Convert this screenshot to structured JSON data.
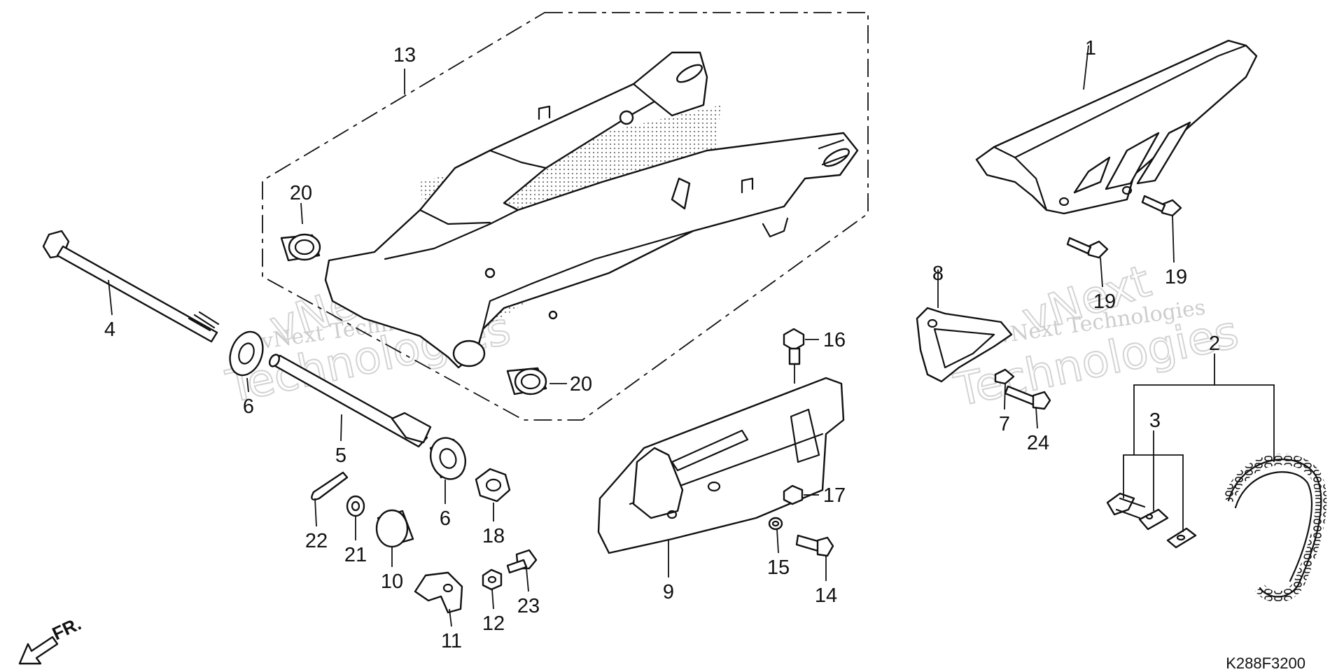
{
  "diagram": {
    "drawing_code": "K288F3200",
    "direction_label": "FR.",
    "watermark": {
      "line1": "vNext Technologies",
      "line2": "Technologies",
      "partial": "vNext"
    },
    "callouts": [
      {
        "id": "c1",
        "text": "1"
      },
      {
        "id": "c2",
        "text": "2"
      },
      {
        "id": "c3",
        "text": "3"
      },
      {
        "id": "c4",
        "text": "4"
      },
      {
        "id": "c5",
        "text": "5"
      },
      {
        "id": "c6a",
        "text": "6"
      },
      {
        "id": "c6b",
        "text": "6"
      },
      {
        "id": "c7",
        "text": "7"
      },
      {
        "id": "c8",
        "text": "8"
      },
      {
        "id": "c9",
        "text": "9"
      },
      {
        "id": "c10",
        "text": "10"
      },
      {
        "id": "c11",
        "text": "11"
      },
      {
        "id": "c12",
        "text": "12"
      },
      {
        "id": "c13",
        "text": "13"
      },
      {
        "id": "c14",
        "text": "14"
      },
      {
        "id": "c15",
        "text": "15"
      },
      {
        "id": "c16",
        "text": "16"
      },
      {
        "id": "c17",
        "text": "17"
      },
      {
        "id": "c18",
        "text": "18"
      },
      {
        "id": "c19a",
        "text": "19"
      },
      {
        "id": "c19b",
        "text": "19"
      },
      {
        "id": "c20a",
        "text": "20"
      },
      {
        "id": "c20b",
        "text": "20"
      },
      {
        "id": "c21",
        "text": "21"
      },
      {
        "id": "c22",
        "text": "22"
      },
      {
        "id": "c23",
        "text": "23"
      },
      {
        "id": "c24",
        "text": "24"
      }
    ]
  }
}
